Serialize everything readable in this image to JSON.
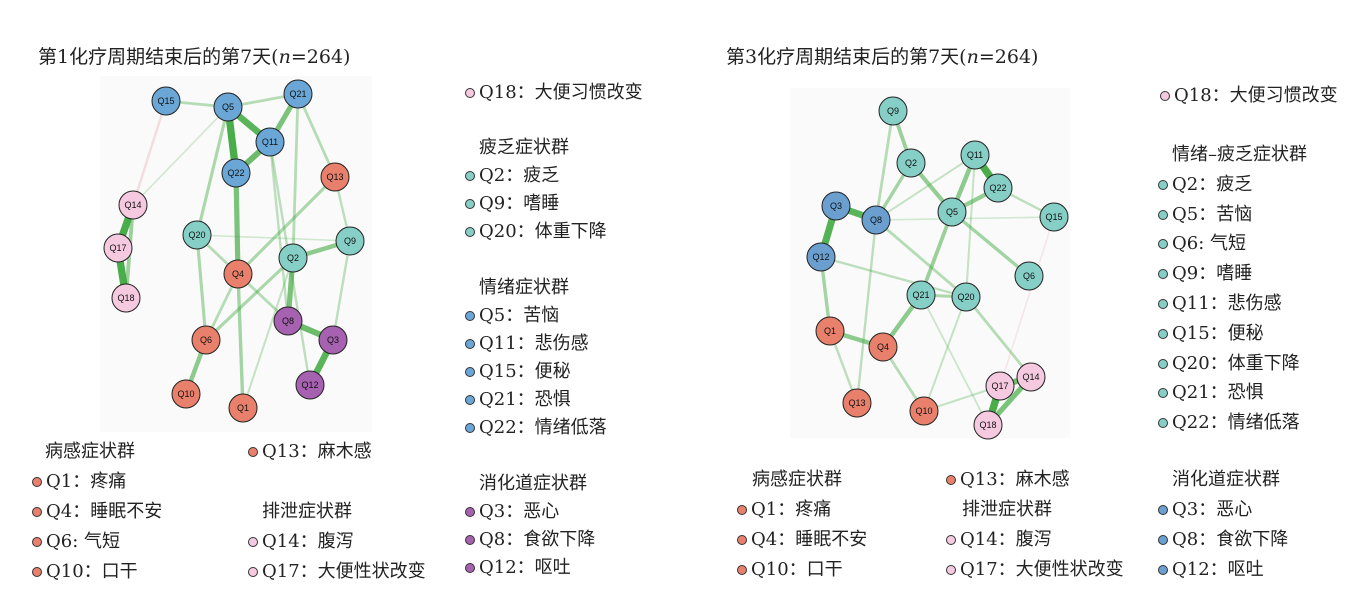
{
  "colors": {
    "illness": "#e8806c",
    "emotion": "#6aa7d6",
    "fatigue": "#86cfc6",
    "digestive": "#a661b0",
    "excretion": "#f5c9df",
    "edge_pos": "#3aa63a",
    "edge_neg": "#e8a0a8",
    "digestive_right": "#6a9fd0"
  },
  "panels": [
    {
      "title_prefix": "第1化疗周期结束后的第7天(",
      "title_n": "n",
      "title_suffix": "=264)",
      "nodes": [
        {
          "id": "Q15",
          "group": "emotion"
        },
        {
          "id": "Q5",
          "group": "emotion"
        },
        {
          "id": "Q21",
          "group": "emotion"
        },
        {
          "id": "Q11",
          "group": "emotion"
        },
        {
          "id": "Q22",
          "group": "emotion"
        },
        {
          "id": "Q13",
          "group": "illness"
        },
        {
          "id": "Q14",
          "group": "excretion"
        },
        {
          "id": "Q20",
          "group": "fatigue"
        },
        {
          "id": "Q17",
          "group": "excretion"
        },
        {
          "id": "Q2",
          "group": "fatigue"
        },
        {
          "id": "Q9",
          "group": "fatigue"
        },
        {
          "id": "Q4",
          "group": "illness"
        },
        {
          "id": "Q18",
          "group": "excretion"
        },
        {
          "id": "Q8",
          "group": "digestive"
        },
        {
          "id": "Q3",
          "group": "digestive"
        },
        {
          "id": "Q6",
          "group": "illness"
        },
        {
          "id": "Q12",
          "group": "digestive"
        },
        {
          "id": "Q10",
          "group": "illness"
        },
        {
          "id": "Q1",
          "group": "illness"
        }
      ],
      "edges": [
        [
          "Q5",
          "Q22",
          0.9
        ],
        [
          "Q5",
          "Q11",
          0.8
        ],
        [
          "Q11",
          "Q22",
          0.7
        ],
        [
          "Q21",
          "Q11",
          0.6
        ],
        [
          "Q22",
          "Q4",
          0.6
        ],
        [
          "Q14",
          "Q17",
          0.9
        ],
        [
          "Q17",
          "Q18",
          0.9
        ],
        [
          "Q14",
          "Q18",
          0.4
        ],
        [
          "Q2",
          "Q8",
          0.6
        ],
        [
          "Q8",
          "Q3",
          0.7
        ],
        [
          "Q3",
          "Q12",
          0.8
        ],
        [
          "Q2",
          "Q9",
          0.5
        ],
        [
          "Q6",
          "Q10",
          0.5
        ],
        [
          "Q4",
          "Q1",
          0.35
        ],
        [
          "Q15",
          "Q5",
          0.25
        ],
        [
          "Q5",
          "Q21",
          0.25
        ],
        [
          "Q15",
          "Q14",
          -0.2
        ],
        [
          "Q5",
          "Q20",
          0.3
        ],
        [
          "Q20",
          "Q6",
          0.3
        ],
        [
          "Q13",
          "Q4",
          0.3
        ],
        [
          "Q2",
          "Q6",
          0.3
        ],
        [
          "Q21",
          "Q2",
          0.25
        ],
        [
          "Q21",
          "Q13",
          0.25
        ],
        [
          "Q4",
          "Q8",
          0.25
        ],
        [
          "Q20",
          "Q4",
          0.25
        ],
        [
          "Q11",
          "Q12",
          0.2
        ],
        [
          "Q11",
          "Q8",
          0.2
        ],
        [
          "Q13",
          "Q9",
          0.2
        ],
        [
          "Q9",
          "Q3",
          0.2
        ],
        [
          "Q4",
          "Q6",
          0.25
        ],
        [
          "Q2",
          "Q1",
          0.15
        ],
        [
          "Q5",
          "Q14",
          0.08
        ],
        [
          "Q20",
          "Q9",
          0.08
        ]
      ],
      "legend": {
        "top_item": {
          "id": "Q18",
          "label": "Q18：大便习惯改变",
          "group": "excretion"
        },
        "groups": [
          {
            "heading": "疲乏症状群",
            "items": [
              {
                "label": "Q2：疲乏",
                "group": "fatigue"
              },
              {
                "label": "Q9：嗜睡",
                "group": "fatigue"
              },
              {
                "label": "Q20：体重下降",
                "group": "fatigue"
              }
            ]
          },
          {
            "heading": "情绪症状群",
            "items": [
              {
                "label": "Q5：苦恼",
                "group": "emotion"
              },
              {
                "label": "Q11：悲伤感",
                "group": "emotion"
              },
              {
                "label": "Q15：便秘",
                "group": "emotion"
              },
              {
                "label": "Q21：恐惧",
                "group": "emotion"
              },
              {
                "label": "Q22：情绪低落",
                "group": "emotion"
              }
            ]
          },
          {
            "heading": "消化道症状群",
            "items": [
              {
                "label": "Q3：恶心",
                "group": "digestive"
              },
              {
                "label": "Q8：食欲下降",
                "group": "digestive"
              },
              {
                "label": "Q12：呕吐",
                "group": "digestive"
              }
            ]
          },
          {
            "heading": "病感症状群",
            "items": [
              {
                "label": "Q1：疼痛",
                "group": "illness"
              },
              {
                "label": "Q4：睡眠不安",
                "group": "illness"
              },
              {
                "label": "Q6:  气短",
                "group": "illness"
              },
              {
                "label": "Q10：口干",
                "group": "illness"
              }
            ]
          },
          {
            "heading": "",
            "items": [
              {
                "label": "Q13：麻木感",
                "group": "illness"
              }
            ]
          },
          {
            "heading": "排泄症状群",
            "items": [
              {
                "label": "Q14：腹泻",
                "group": "excretion"
              },
              {
                "label": "Q17：大便性状改变",
                "group": "excretion"
              }
            ]
          }
        ]
      }
    },
    {
      "title_prefix": "第3化疗周期结束后的第7天(",
      "title_n": "n",
      "title_suffix": "=264)",
      "nodes": [
        {
          "id": "Q9",
          "group": "fatigue"
        },
        {
          "id": "Q2",
          "group": "fatigue"
        },
        {
          "id": "Q11",
          "group": "fatigue"
        },
        {
          "id": "Q22",
          "group": "fatigue"
        },
        {
          "id": "Q5",
          "group": "fatigue"
        },
        {
          "id": "Q15",
          "group": "fatigue"
        },
        {
          "id": "Q3",
          "group": "digestive_right"
        },
        {
          "id": "Q8",
          "group": "digestive_right"
        },
        {
          "id": "Q12",
          "group": "digestive_right"
        },
        {
          "id": "Q6",
          "group": "fatigue"
        },
        {
          "id": "Q21",
          "group": "fatigue"
        },
        {
          "id": "Q20",
          "group": "fatigue"
        },
        {
          "id": "Q1",
          "group": "illness"
        },
        {
          "id": "Q4",
          "group": "illness"
        },
        {
          "id": "Q13",
          "group": "illness"
        },
        {
          "id": "Q10",
          "group": "illness"
        },
        {
          "id": "Q17",
          "group": "excretion"
        },
        {
          "id": "Q14",
          "group": "excretion"
        },
        {
          "id": "Q18",
          "group": "excretion"
        }
      ],
      "edges": [
        [
          "Q11",
          "Q22",
          0.9
        ],
        [
          "Q3",
          "Q8",
          0.8
        ],
        [
          "Q3",
          "Q12",
          0.85
        ],
        [
          "Q17",
          "Q18",
          0.9
        ],
        [
          "Q14",
          "Q18",
          0.6
        ],
        [
          "Q17",
          "Q14",
          0.7
        ],
        [
          "Q11",
          "Q5",
          0.5
        ],
        [
          "Q22",
          "Q5",
          0.45
        ],
        [
          "Q9",
          "Q2",
          0.4
        ],
        [
          "Q2",
          "Q5",
          0.45
        ],
        [
          "Q2",
          "Q8",
          0.35
        ],
        [
          "Q5",
          "Q21",
          0.4
        ],
        [
          "Q21",
          "Q4",
          0.5
        ],
        [
          "Q1",
          "Q4",
          0.5
        ],
        [
          "Q12",
          "Q1",
          0.35
        ],
        [
          "Q21",
          "Q20",
          0.3
        ],
        [
          "Q5",
          "Q6",
          0.35
        ],
        [
          "Q22",
          "Q15",
          0.2
        ],
        [
          "Q9",
          "Q8",
          0.25
        ],
        [
          "Q8",
          "Q20",
          0.25
        ],
        [
          "Q12",
          "Q20",
          0.2
        ],
        [
          "Q20",
          "Q14",
          0.25
        ],
        [
          "Q1",
          "Q13",
          0.2
        ],
        [
          "Q8",
          "Q13",
          0.2
        ],
        [
          "Q4",
          "Q10",
          0.25
        ],
        [
          "Q20",
          "Q10",
          0.15
        ],
        [
          "Q10",
          "Q17",
          0.15
        ],
        [
          "Q8",
          "Q11",
          0.15
        ],
        [
          "Q11",
          "Q20",
          0.15
        ],
        [
          "Q21",
          "Q18",
          0.12
        ],
        [
          "Q8",
          "Q15",
          0.08
        ],
        [
          "Q15",
          "Q17",
          -0.08
        ]
      ],
      "legend": {
        "top_item": {
          "id": "Q18",
          "label": "Q18：大便习惯改变",
          "group": "excretion"
        },
        "groups": [
          {
            "heading": "情绪–疲乏症状群",
            "items": [
              {
                "label": "Q2：疲乏",
                "group": "fatigue"
              },
              {
                "label": "Q5：苦恼",
                "group": "fatigue"
              },
              {
                "label": "Q6:  气短",
                "group": "fatigue"
              },
              {
                "label": "Q9：嗜睡",
                "group": "fatigue"
              },
              {
                "label": "Q11：悲伤感",
                "group": "fatigue"
              },
              {
                "label": "Q15：便秘",
                "group": "fatigue"
              },
              {
                "label": "Q20：体重下降",
                "group": "fatigue"
              },
              {
                "label": "Q21：恐惧",
                "group": "fatigue"
              },
              {
                "label": "Q22：情绪低落",
                "group": "fatigue"
              }
            ]
          },
          {
            "heading": "病感症状群",
            "items": [
              {
                "label": "Q1：疼痛",
                "group": "illness"
              },
              {
                "label": "Q4：睡眠不安",
                "group": "illness"
              },
              {
                "label": "Q10：口干",
                "group": "illness"
              }
            ]
          },
          {
            "heading": "",
            "items": [
              {
                "label": "Q13：麻木感",
                "group": "illness"
              }
            ]
          },
          {
            "heading": "排泄症状群",
            "items": [
              {
                "label": "Q14：腹泻",
                "group": "excretion"
              },
              {
                "label": "Q17：大便性状改变",
                "group": "excretion"
              }
            ]
          },
          {
            "heading": "消化道症状群",
            "items": [
              {
                "label": "Q3：恶心",
                "group": "digestive_right"
              },
              {
                "label": "Q8：食欲下降",
                "group": "digestive_right"
              },
              {
                "label": "Q12：呕吐",
                "group": "digestive_right"
              }
            ]
          }
        ]
      }
    }
  ]
}
